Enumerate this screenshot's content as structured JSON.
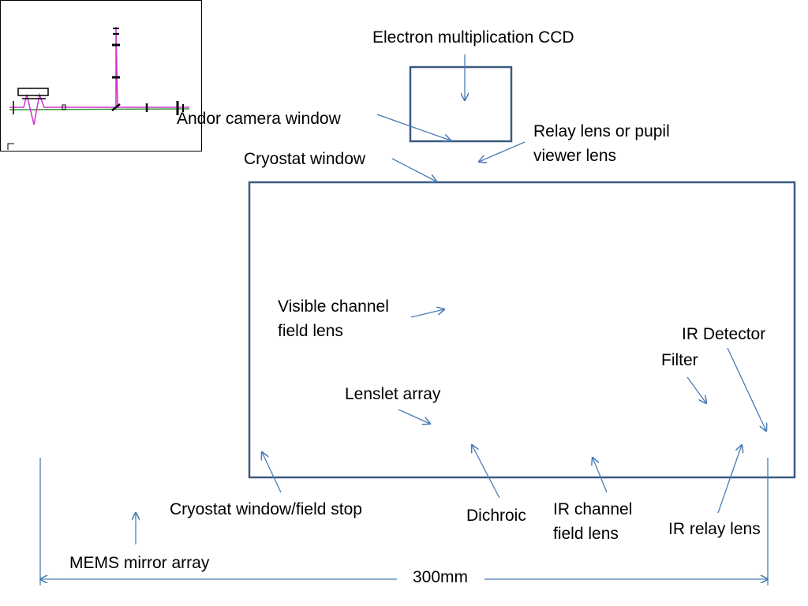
{
  "colors": {
    "box_stroke": "#3a5a80",
    "arrow": "#4a7cb5",
    "ray": "#cc33cc",
    "ray_alt": "#3a9a3a",
    "part": "#000000"
  },
  "labels": {
    "emccd": "Electron multiplication CCD",
    "andor_window": "Andor camera window",
    "relay_lens_1": "Relay lens or pupil",
    "relay_lens_2": "viewer lens",
    "cryostat_window": "Cryostat window",
    "visible_field_lens_1": "Visible channel",
    "visible_field_lens_2": "field lens",
    "ir_detector": "IR Detector",
    "filter": "Filter",
    "lenslet_array": "Lenslet array",
    "cryostat_window_field_stop": "Cryostat window/field stop",
    "dichroic": "Dichroic",
    "ir_channel_field_lens_1": "IR channel",
    "ir_channel_field_lens_2": "field lens",
    "ir_relay_lens": "IR relay lens",
    "mems_mirror_array": "MEMS mirror array",
    "scale_length": "300mm"
  }
}
